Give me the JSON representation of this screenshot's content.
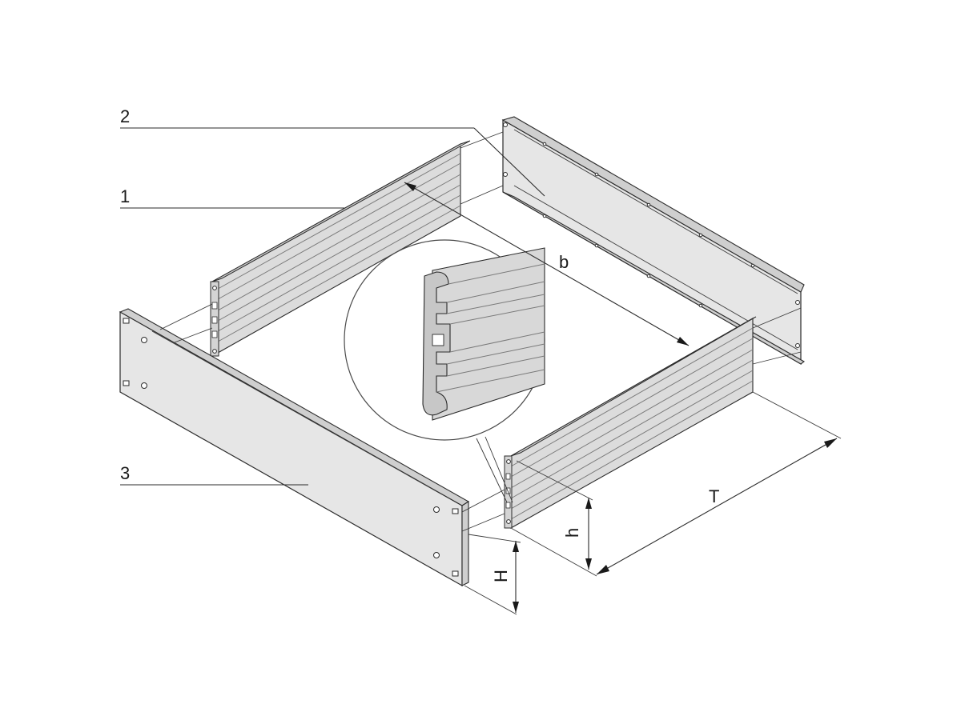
{
  "callouts": {
    "side_profile": "1",
    "rear_panel": "2",
    "front_panel": "3"
  },
  "dimensions": {
    "width": "b",
    "depth": "T",
    "profile_height": "h",
    "panel_height": "H"
  }
}
